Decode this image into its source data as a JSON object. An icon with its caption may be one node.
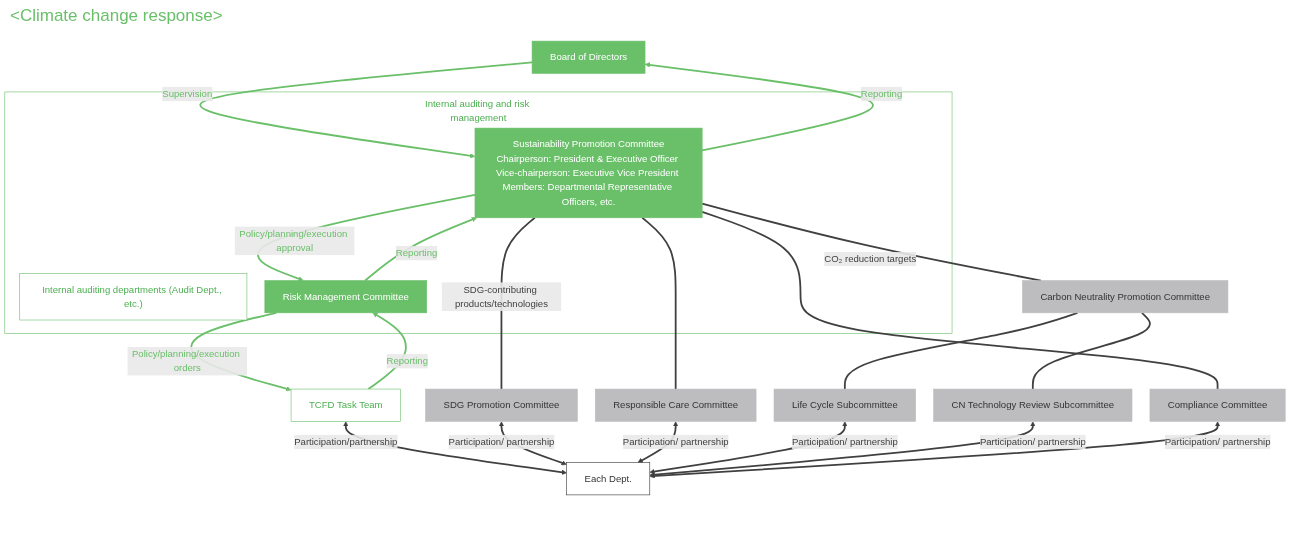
{
  "diagram": {
    "nodes": [
      {
        "text": [
          "Board of Directors"
        ]
      },
      {
        "text": [
          "Internal auditing and risk management"
        ]
      },
      {
        "text": [
          "Internal auditing departments (Audit Dept., etc.)"
        ],
        "in": 1
      },
      {
        "text": [
          "Sustainability Promotion Committee",
          "Chairperson: President & Executive Officer Vice-chairperson: Executive Vice President Members: Departmental Representative Officers, etc."
        ],
        "in": 1
      },
      {
        "text": [
          "Risk Management Committee"
        ],
        "in": 1
      },
      {
        "text": [
          "TCFD Task Team"
        ]
      },
      {
        "text": [
          "SDG Promotion Committee"
        ]
      },
      {
        "text": [
          "Responsible Care Committee"
        ]
      },
      {
        "text": [
          "Carbon Neutrality Promotion Committee"
        ]
      },
      {
        "text": [
          "Compliance Committee"
        ]
      },
      {
        "text": [
          "Life Cycle Subcommittee"
        ]
      },
      {
        "text": [
          "CN Technology Review Subcommittee"
        ]
      },
      {
        "text": [
          "Each Dept."
        ]
      }
    ],
    "edges": [
      {
        "from": 0,
        "to": 3,
        "arrow": "to",
        "label": "Supervision",
        "color": "#6abf69"
      },
      {
        "from": 3,
        "to": 0,
        "arrow": "to",
        "label": "Reporting",
        "color": "#6abf69"
      },
      {
        "from": 3,
        "to": 4,
        "arrow": "to",
        "label": "Policy/planning/execution approval",
        "color": "#6abf69"
      },
      {
        "from": 4,
        "to": 3,
        "arrow": "to",
        "label": "Reporting",
        "color": "#6abf69"
      },
      {
        "from": 4,
        "to": 5,
        "arrow": "to",
        "label": "Policy/planning/execution orders",
        "color": "#6abf69"
      },
      {
        "from": 5,
        "to": 4,
        "arrow": "to",
        "label": "Reporting",
        "color": "#6abf69"
      },
      {
        "from": 3,
        "to": 6,
        "arrow": "none",
        "label": "SDG-contributing products/technologies"
      },
      {
        "from": 3,
        "to": 7,
        "arrow": "none"
      },
      {
        "from": 3,
        "to": 8,
        "arrow": "none",
        "label": "CO₂ reduction targets"
      },
      {
        "from": 3,
        "to": 9,
        "arrow": "none"
      },
      {
        "from": 8,
        "to": 10,
        "arrow": "none"
      },
      {
        "from": 8,
        "to": 11,
        "arrow": "none"
      },
      {
        "from": 5,
        "to": 12,
        "arrow": "both",
        "label": "Participation/partnership"
      },
      {
        "from": 6,
        "to": 12,
        "arrow": "both",
        "label": "Participation/ partnership"
      },
      {
        "from": 7,
        "to": 12,
        "arrow": "both",
        "label": "Participation/ partnership"
      },
      {
        "from": 10,
        "to": 12,
        "arrow": "both",
        "label": "Participation/ partnership"
      },
      {
        "from": 11,
        "to": 12,
        "arrow": "both",
        "label": "Participation/ partnership"
      },
      {
        "from": 9,
        "to": 12,
        "arrow": "both",
        "label": "Participation/ partnership"
      }
    ],
    "labels": [
      "<Climate change response>"
    ]
  }
}
